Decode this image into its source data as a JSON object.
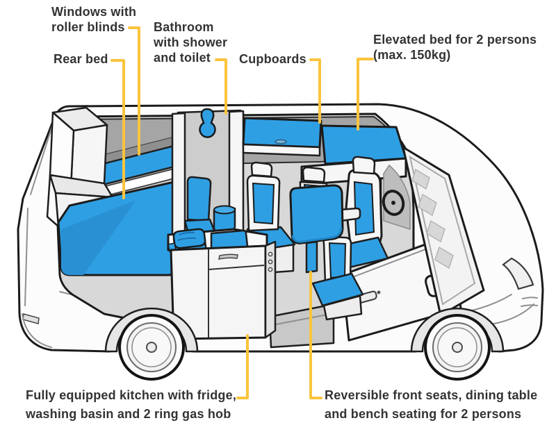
{
  "colors": {
    "accent_blue": "#2F9FE3",
    "accent_blue_dark": "#1E86C7",
    "leader_yellow": "#FAC43E",
    "outline": "#1b1b1b",
    "text": "#333333"
  },
  "callouts": {
    "windows": {
      "lines": [
        "Windows with",
        "roller blinds"
      ]
    },
    "rear_bed": {
      "lines": [
        "Rear bed"
      ]
    },
    "bathroom": {
      "lines": [
        "Bathroom",
        "with shower",
        "and toilet"
      ]
    },
    "cupboards": {
      "lines": [
        "Cupboards"
      ]
    },
    "elevated_bed": {
      "lines": [
        "Elevated bed for 2 persons",
        "(max. 150kg)"
      ]
    },
    "kitchen": {
      "lines": [
        "Fully equipped kitchen with fridge,",
        "washing basin and 2 ring gas hob"
      ]
    },
    "front_seats": {
      "lines": [
        "Reversible front seats, dining table",
        "and bench seating for 2 persons"
      ]
    }
  }
}
